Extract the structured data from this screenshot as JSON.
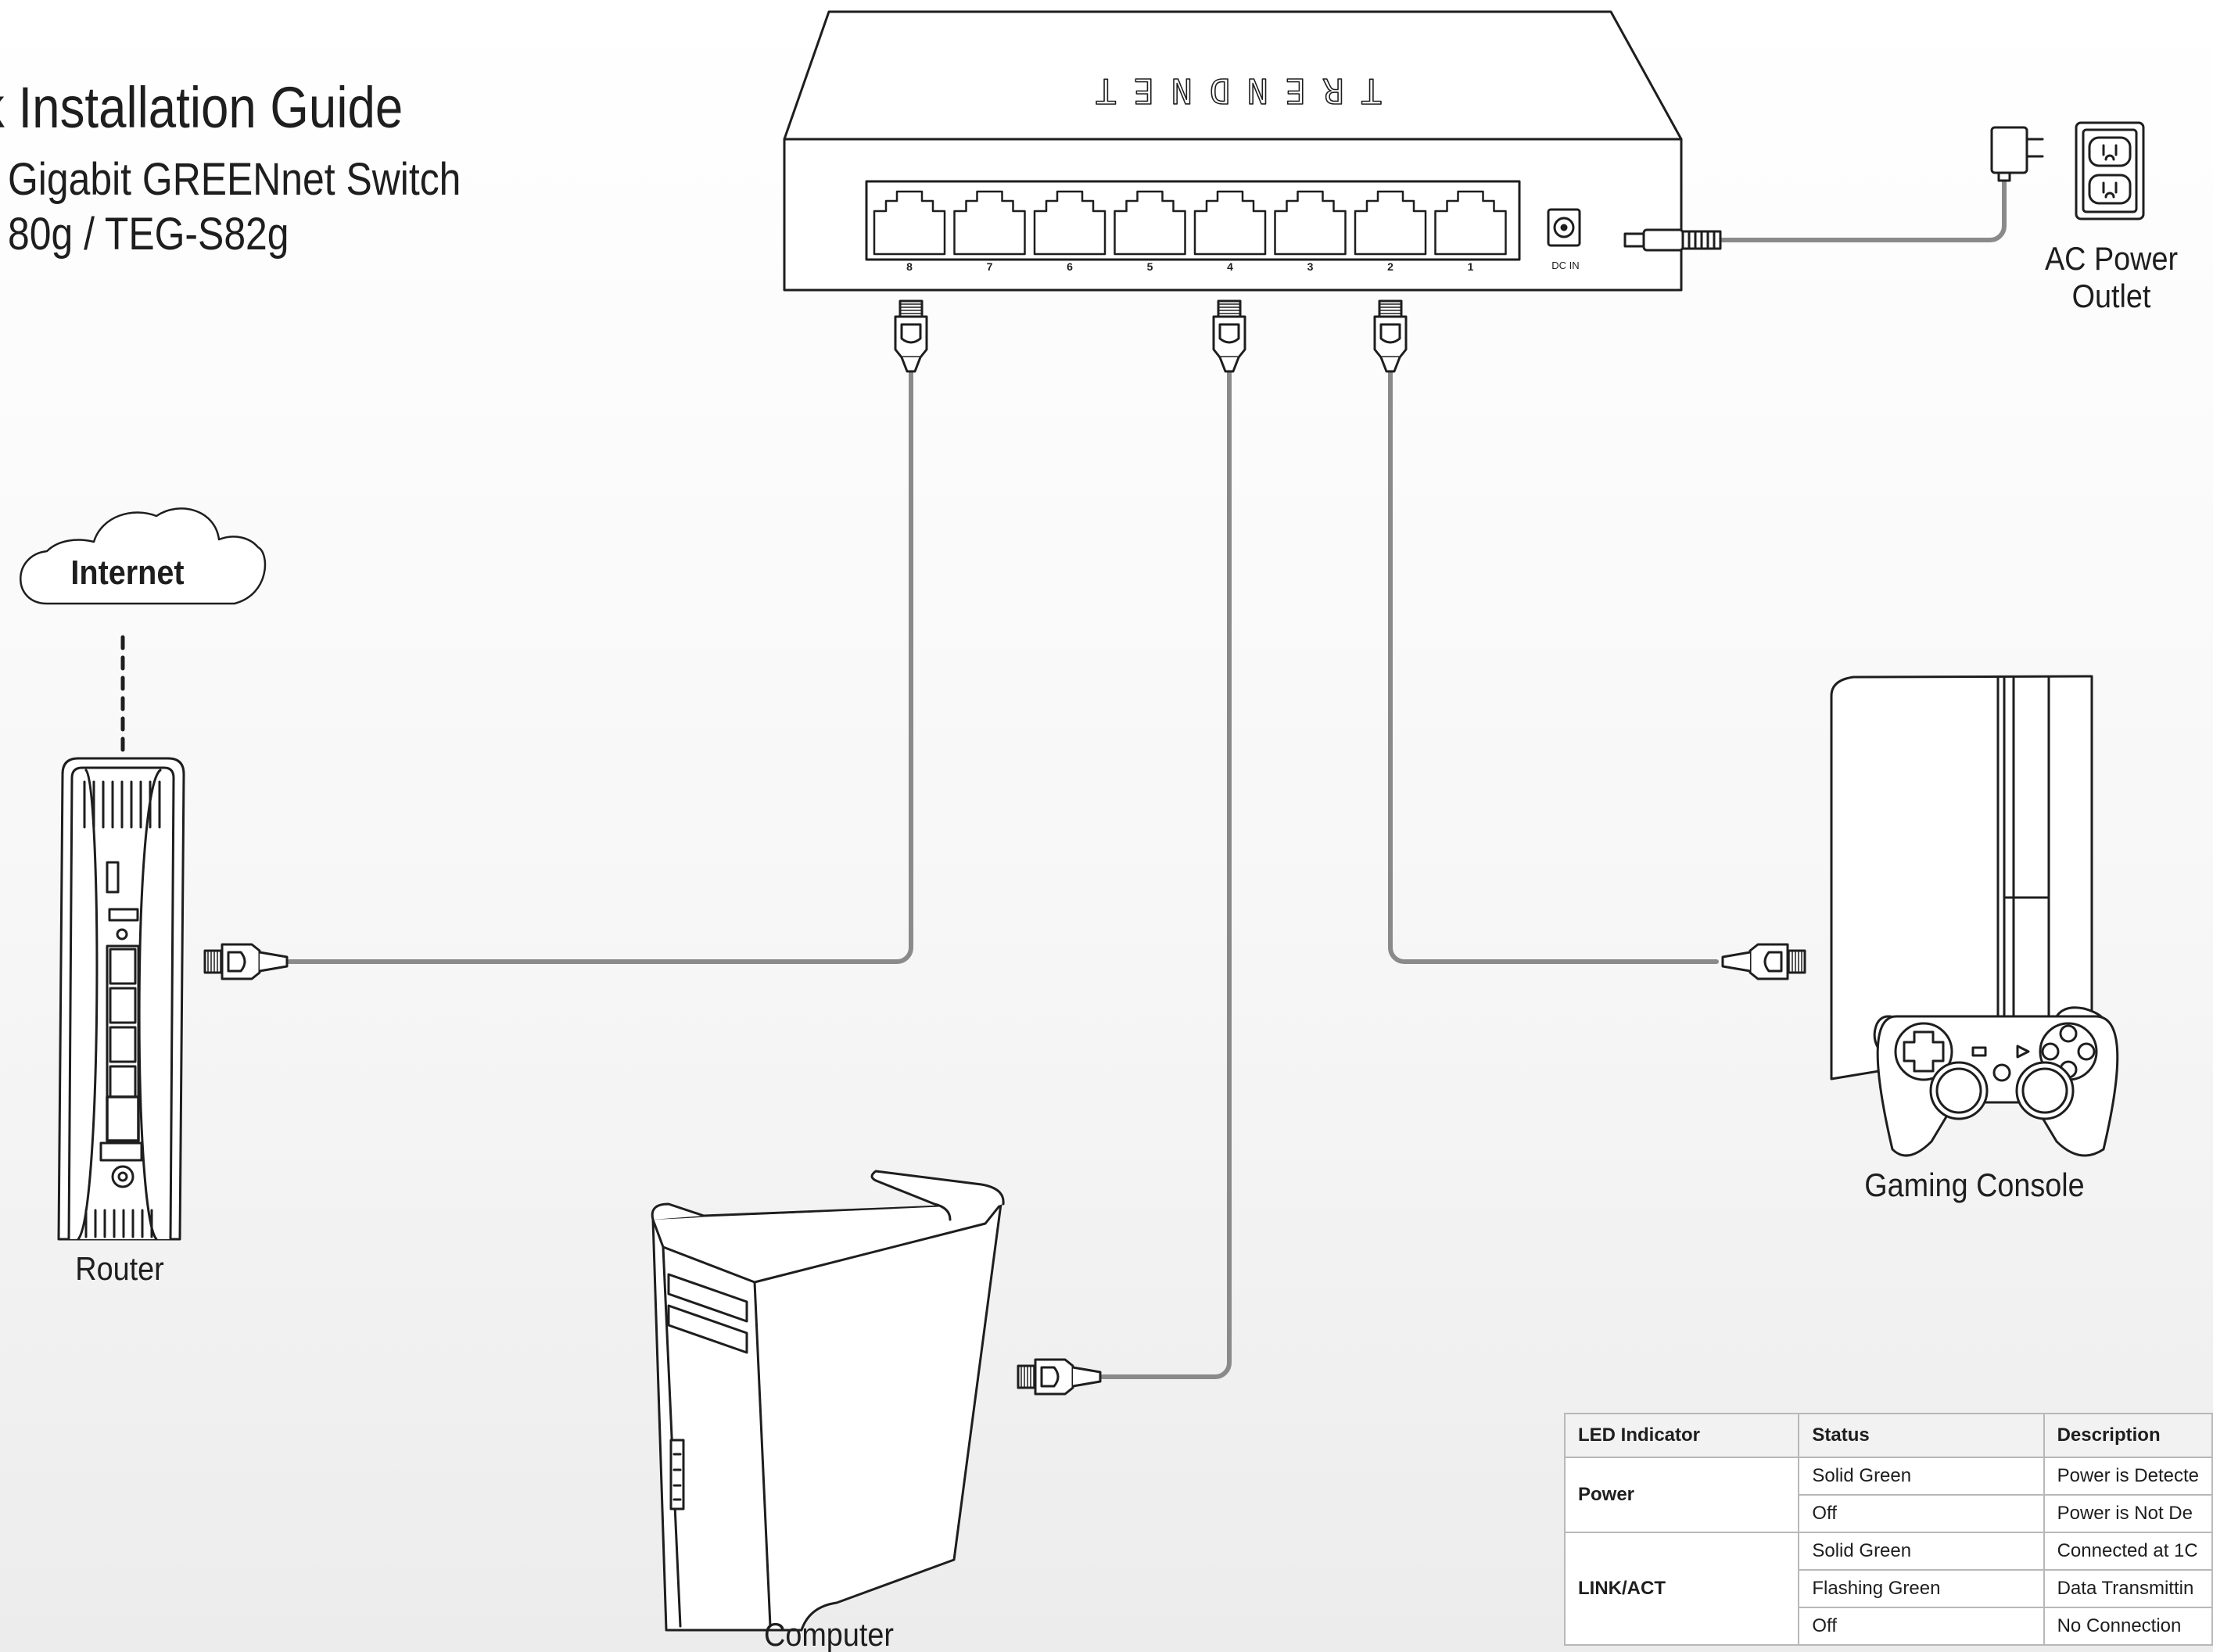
{
  "header": {
    "title": "k Installation Guide",
    "subtitle_line1": "Gigabit GREENnet Switch",
    "subtitle_line2": "80g / TEG-S82g"
  },
  "switch": {
    "brand": "TRENDNET",
    "ports": [
      "8",
      "7",
      "6",
      "5",
      "4",
      "3",
      "2",
      "1"
    ],
    "dc_label": "DC IN"
  },
  "labels": {
    "ac_power_line1": "AC Power",
    "ac_power_line2": "Outlet",
    "internet": "Internet",
    "router": "Router",
    "computer": "Computer",
    "gaming_console": "Gaming Console"
  },
  "led_table": {
    "headers": [
      "LED Indicator",
      "Status",
      "Description"
    ],
    "rows": [
      {
        "indicator": "Power",
        "status": "Solid Green",
        "description": "Power is Detecte"
      },
      {
        "indicator": "",
        "status": "Off",
        "description": "Power is Not De"
      },
      {
        "indicator": "LINK/ACT",
        "status": "Solid Green",
        "description": "Connected at 1C"
      },
      {
        "indicator": "",
        "status": "Flashing Green",
        "description": "Data Transmittin"
      },
      {
        "indicator": "",
        "status": "Off",
        "description": "No Connection"
      }
    ]
  },
  "colors": {
    "line": "#1e1e1e",
    "cable": "#8a8a8a",
    "table_border": "#b8b8b8"
  }
}
